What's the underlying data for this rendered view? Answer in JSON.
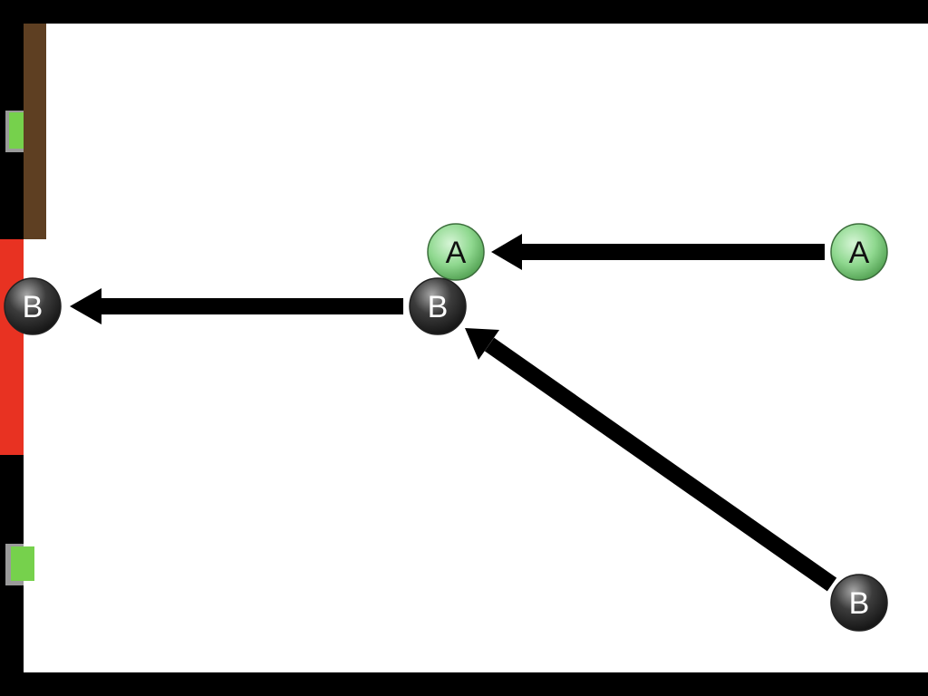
{
  "colors": {
    "border": "#000000",
    "field": "#ffffff",
    "wall_top": "#5e3f22",
    "wall_middle": "#e83222",
    "indicator": "#76d14c",
    "indicator_edge": "#9a9a9a",
    "arrow": "#000000",
    "piece_a_fill": "#8fd88f",
    "piece_a_text": "#111111",
    "piece_b_fill": "#3a3a3a",
    "piece_b_text": "#ffffff"
  },
  "pieces": {
    "a_target": {
      "label": "A",
      "team": "A"
    },
    "a_origin": {
      "label": "A",
      "team": "A"
    },
    "b_left": {
      "label": "B",
      "team": "B"
    },
    "b_center": {
      "label": "B",
      "team": "B"
    },
    "b_corner": {
      "label": "B",
      "team": "B"
    }
  },
  "moves": [
    {
      "from": "a_origin",
      "to": "a_target"
    },
    {
      "from": "b_center",
      "to": "b_left"
    },
    {
      "from": "b_corner",
      "to": "b_center"
    }
  ]
}
